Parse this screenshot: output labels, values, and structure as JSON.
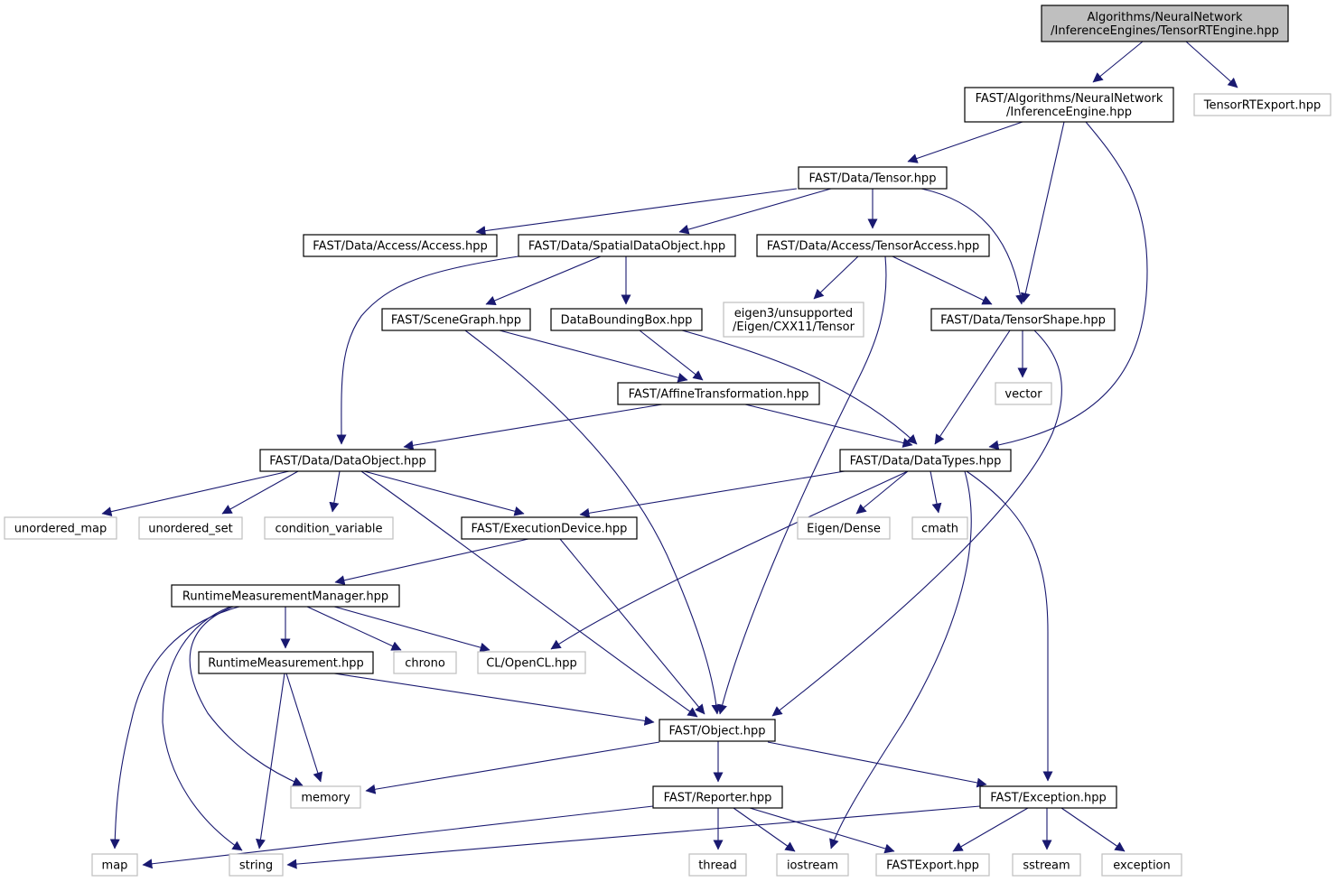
{
  "graph": {
    "nodes": [
      {
        "id": "root",
        "lines": [
          "Algorithms/NeuralNetwork",
          "/InferenceEngines/TensorRTEngine.hpp"
        ],
        "kind": "root"
      },
      {
        "id": "inference_engine",
        "lines": [
          "FAST/Algorithms/NeuralNetwork",
          "/InferenceEngine.hpp"
        ],
        "kind": "local"
      },
      {
        "id": "tensorrt_export",
        "lines": [
          "TensorRTExport.hpp"
        ],
        "kind": "ext"
      },
      {
        "id": "tensor",
        "lines": [
          "FAST/Data/Tensor.hpp"
        ],
        "kind": "local"
      },
      {
        "id": "access",
        "lines": [
          "FAST/Data/Access/Access.hpp"
        ],
        "kind": "local"
      },
      {
        "id": "spatial",
        "lines": [
          "FAST/Data/SpatialDataObject.hpp"
        ],
        "kind": "local"
      },
      {
        "id": "tensor_access",
        "lines": [
          "FAST/Data/Access/TensorAccess.hpp"
        ],
        "kind": "local"
      },
      {
        "id": "eigen_tensor",
        "lines": [
          "eigen3/unsupported",
          "/Eigen/CXX11/Tensor"
        ],
        "kind": "ext"
      },
      {
        "id": "scene_graph",
        "lines": [
          "FAST/SceneGraph.hpp"
        ],
        "kind": "local"
      },
      {
        "id": "bbox",
        "lines": [
          "DataBoundingBox.hpp"
        ],
        "kind": "local"
      },
      {
        "id": "tensor_shape",
        "lines": [
          "FAST/Data/TensorShape.hpp"
        ],
        "kind": "local"
      },
      {
        "id": "affine",
        "lines": [
          "FAST/AffineTransformation.hpp"
        ],
        "kind": "local"
      },
      {
        "id": "vector",
        "lines": [
          "vector"
        ],
        "kind": "ext"
      },
      {
        "id": "data_object",
        "lines": [
          "FAST/Data/DataObject.hpp"
        ],
        "kind": "local"
      },
      {
        "id": "data_types",
        "lines": [
          "FAST/Data/DataTypes.hpp"
        ],
        "kind": "local"
      },
      {
        "id": "unordered_map",
        "lines": [
          "unordered_map"
        ],
        "kind": "ext"
      },
      {
        "id": "unordered_set",
        "lines": [
          "unordered_set"
        ],
        "kind": "ext"
      },
      {
        "id": "condition_variable",
        "lines": [
          "condition_variable"
        ],
        "kind": "ext"
      },
      {
        "id": "exec_device",
        "lines": [
          "FAST/ExecutionDevice.hpp"
        ],
        "kind": "local"
      },
      {
        "id": "eigen_dense",
        "lines": [
          "Eigen/Dense"
        ],
        "kind": "ext"
      },
      {
        "id": "cmath",
        "lines": [
          "cmath"
        ],
        "kind": "ext"
      },
      {
        "id": "rt_manager",
        "lines": [
          "RuntimeMeasurementManager.hpp"
        ],
        "kind": "local"
      },
      {
        "id": "rt_measure",
        "lines": [
          "RuntimeMeasurement.hpp"
        ],
        "kind": "local"
      },
      {
        "id": "chrono",
        "lines": [
          "chrono"
        ],
        "kind": "ext"
      },
      {
        "id": "opencl",
        "lines": [
          "CL/OpenCL.hpp"
        ],
        "kind": "ext"
      },
      {
        "id": "object",
        "lines": [
          "FAST/Object.hpp"
        ],
        "kind": "local"
      },
      {
        "id": "memory",
        "lines": [
          "memory"
        ],
        "kind": "ext"
      },
      {
        "id": "reporter",
        "lines": [
          "FAST/Reporter.hpp"
        ],
        "kind": "local"
      },
      {
        "id": "exception_hpp",
        "lines": [
          "FAST/Exception.hpp"
        ],
        "kind": "local"
      },
      {
        "id": "map",
        "lines": [
          "map"
        ],
        "kind": "ext"
      },
      {
        "id": "string",
        "lines": [
          "string"
        ],
        "kind": "ext"
      },
      {
        "id": "thread",
        "lines": [
          "thread"
        ],
        "kind": "ext"
      },
      {
        "id": "iostream",
        "lines": [
          "iostream"
        ],
        "kind": "ext"
      },
      {
        "id": "fast_export",
        "lines": [
          "FASTExport.hpp"
        ],
        "kind": "ext"
      },
      {
        "id": "sstream",
        "lines": [
          "sstream"
        ],
        "kind": "ext"
      },
      {
        "id": "exception",
        "lines": [
          "exception"
        ],
        "kind": "ext"
      }
    ],
    "edges": [
      [
        "root",
        "inference_engine"
      ],
      [
        "root",
        "tensorrt_export"
      ],
      [
        "inference_engine",
        "tensor"
      ],
      [
        "inference_engine",
        "tensor_shape"
      ],
      [
        "inference_engine",
        "data_types"
      ],
      [
        "tensor",
        "access"
      ],
      [
        "tensor",
        "spatial"
      ],
      [
        "tensor",
        "tensor_access"
      ],
      [
        "tensor",
        "tensor_shape"
      ],
      [
        "spatial",
        "data_object"
      ],
      [
        "spatial",
        "scene_graph"
      ],
      [
        "spatial",
        "bbox"
      ],
      [
        "tensor_access",
        "eigen_tensor"
      ],
      [
        "tensor_access",
        "tensor_shape"
      ],
      [
        "tensor_access",
        "object"
      ],
      [
        "scene_graph",
        "affine"
      ],
      [
        "scene_graph",
        "object"
      ],
      [
        "bbox",
        "affine"
      ],
      [
        "bbox",
        "data_types"
      ],
      [
        "tensor_shape",
        "vector"
      ],
      [
        "tensor_shape",
        "data_types"
      ],
      [
        "tensor_shape",
        "object"
      ],
      [
        "affine",
        "data_object"
      ],
      [
        "affine",
        "data_types"
      ],
      [
        "data_object",
        "unordered_map"
      ],
      [
        "data_object",
        "unordered_set"
      ],
      [
        "data_object",
        "condition_variable"
      ],
      [
        "data_object",
        "exec_device"
      ],
      [
        "data_object",
        "object"
      ],
      [
        "data_types",
        "exec_device"
      ],
      [
        "data_types",
        "opencl"
      ],
      [
        "data_types",
        "eigen_dense"
      ],
      [
        "data_types",
        "cmath"
      ],
      [
        "data_types",
        "iostream"
      ],
      [
        "data_types",
        "exception_hpp"
      ],
      [
        "exec_device",
        "rt_manager"
      ],
      [
        "exec_device",
        "object"
      ],
      [
        "rt_manager",
        "map"
      ],
      [
        "rt_manager",
        "string"
      ],
      [
        "rt_manager",
        "memory"
      ],
      [
        "rt_manager",
        "rt_measure"
      ],
      [
        "rt_manager",
        "chrono"
      ],
      [
        "rt_manager",
        "opencl"
      ],
      [
        "rt_measure",
        "string"
      ],
      [
        "rt_measure",
        "memory"
      ],
      [
        "rt_measure",
        "object"
      ],
      [
        "object",
        "memory"
      ],
      [
        "object",
        "reporter"
      ],
      [
        "object",
        "exception_hpp"
      ],
      [
        "reporter",
        "map"
      ],
      [
        "reporter",
        "thread"
      ],
      [
        "reporter",
        "iostream"
      ],
      [
        "reporter",
        "fast_export"
      ],
      [
        "exception_hpp",
        "string"
      ],
      [
        "exception_hpp",
        "fast_export"
      ],
      [
        "exception_hpp",
        "sstream"
      ],
      [
        "exception_hpp",
        "exception"
      ]
    ]
  }
}
